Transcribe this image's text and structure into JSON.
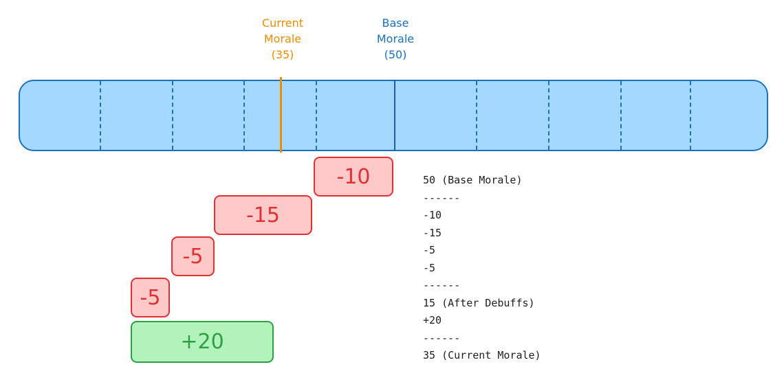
{
  "markers": {
    "current": {
      "lines": [
        "Current",
        "Morale",
        "(35)"
      ],
      "value": 35,
      "color": "#f08c00"
    },
    "base": {
      "lines": [
        "Base",
        "Morale",
        "(50)"
      ],
      "value": 50,
      "color": "#1971c2"
    }
  },
  "bar": {
    "fill_color": "#a5d8ff",
    "stroke_color": "#1971c2"
  },
  "modifiers": [
    {
      "label": "-10",
      "value": -10,
      "kind": "debuff"
    },
    {
      "label": "-15",
      "value": -15,
      "kind": "debuff"
    },
    {
      "label": "-5",
      "value": -5,
      "kind": "debuff"
    },
    {
      "label": "-5",
      "value": -5,
      "kind": "debuff"
    },
    {
      "label": "+20",
      "value": 20,
      "kind": "buff"
    }
  ],
  "colors": {
    "debuff_fill": "#ffc9c9",
    "debuff_stroke": "#e03131",
    "buff_fill": "#b2f2bb",
    "buff_stroke": "#2f9e44"
  },
  "calculation": [
    "50 (Base Morale)",
    "------",
    "-10",
    "-15",
    "-5",
    "-5",
    "------",
    "15 (After Debuffs)",
    "+20",
    "------",
    "35 (Current Morale)"
  ]
}
